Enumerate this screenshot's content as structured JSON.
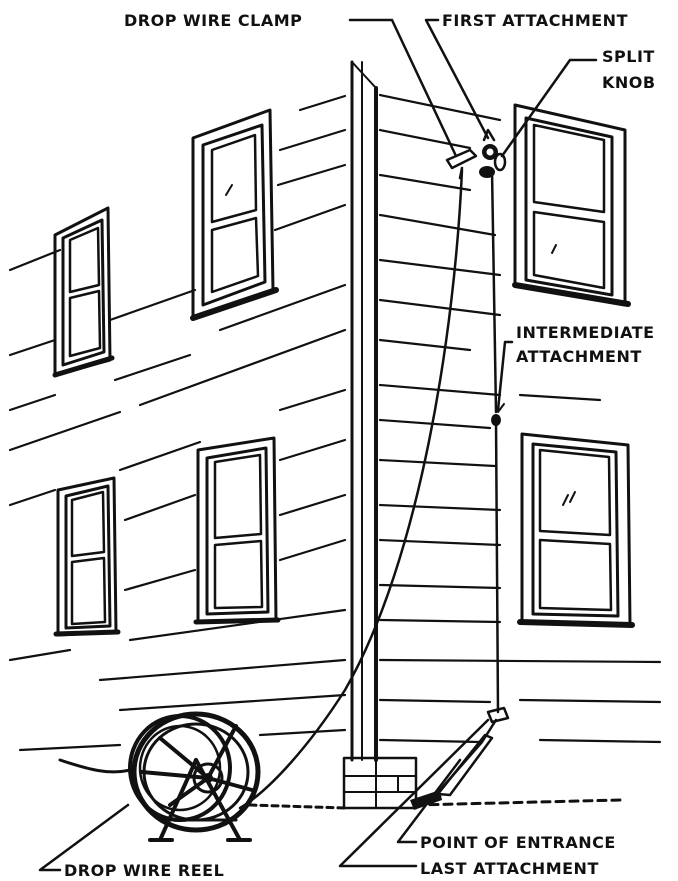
{
  "labels": {
    "drop_wire_clamp": "DROP WIRE CLAMP",
    "first_attachment": "FIRST ATTACHMENT",
    "split_knob_line1": "SPLIT",
    "split_knob_line2": "KNOB",
    "intermediate_line1": "INTERMEDIATE",
    "intermediate_line2": "ATTACHMENT",
    "point_of_entrance": "POINT OF ENTRANCE",
    "last_attachment": "LAST ATTACHMENT",
    "drop_wire_reel": "DROP WIRE REEL"
  },
  "colors": {
    "ink": "#111111",
    "paper": "#ffffff"
  }
}
